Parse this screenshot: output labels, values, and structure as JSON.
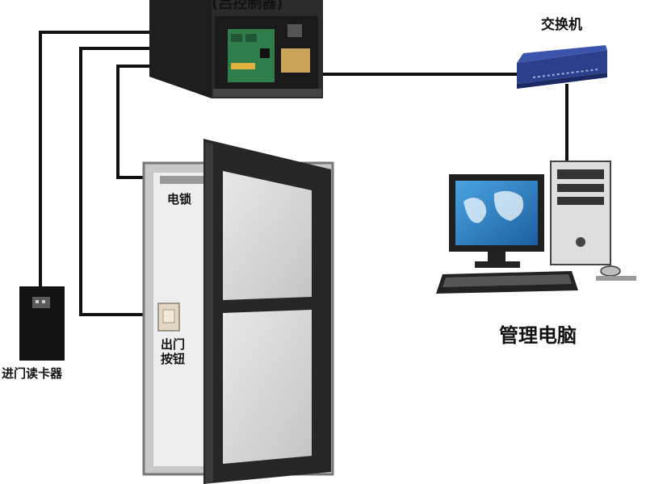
{
  "labels": {
    "controller": "(吕控制器)",
    "switch": "交换机",
    "pc": "管理电脑",
    "card_reader": "进门读卡器",
    "electric_lock": "电锁",
    "exit_button_line1": "出门",
    "exit_button_line2": "按钮"
  },
  "colors": {
    "wire": "#111111",
    "controller_box": "#2b2b2b",
    "pcb": "#2f7d4a",
    "switch_body": "#2c3f8c",
    "monitor_screen": "#3c8fd0",
    "door_frame": "#2a2a2a",
    "door_glass": "#d9d9d9"
  },
  "icons": {
    "controller": "controller-box-icon",
    "switch": "network-switch-icon",
    "pc": "desktop-computer-icon",
    "card_reader": "card-reader-icon",
    "door": "door-icon",
    "exit_button": "exit-button-icon"
  }
}
